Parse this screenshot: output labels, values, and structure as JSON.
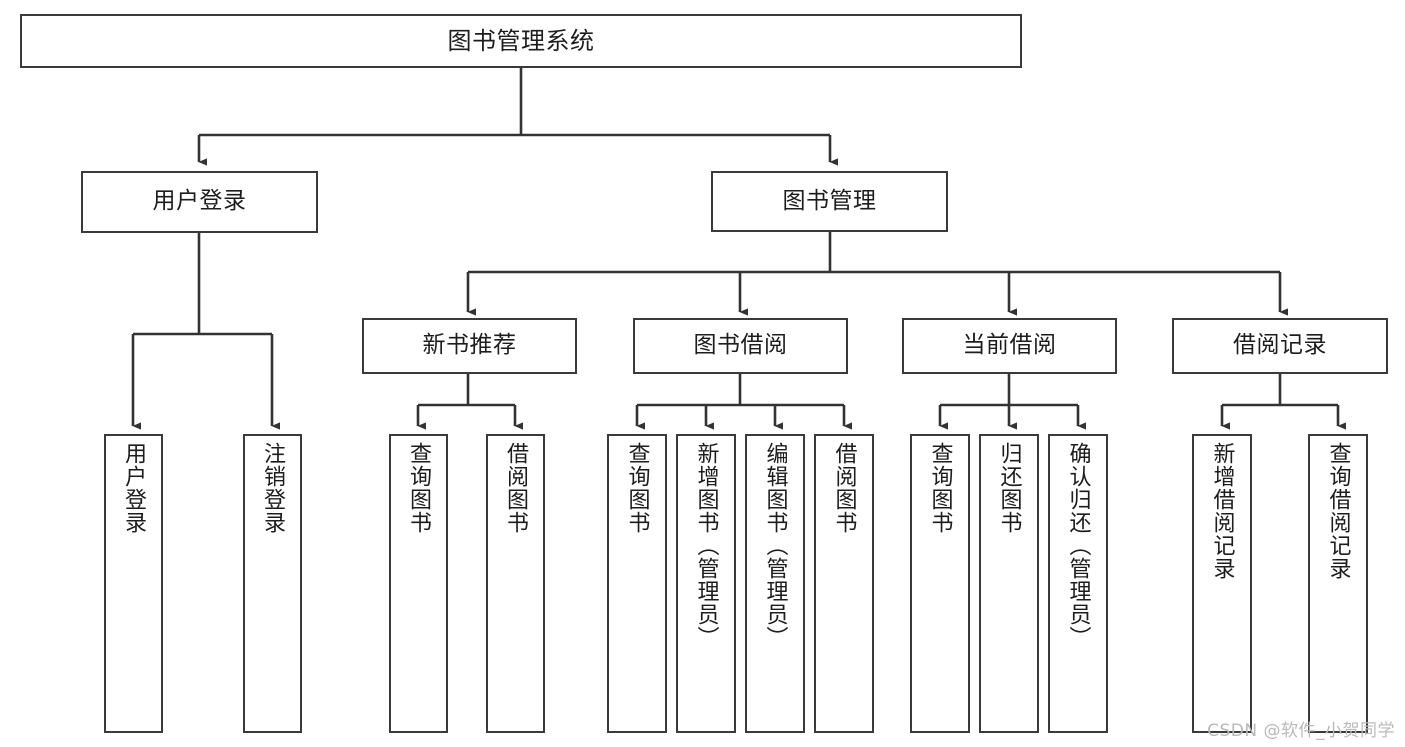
{
  "diagram": {
    "title": "图书管理系统",
    "type": "tree",
    "watermark": "CSDN @软件_小贺同学",
    "colors": {
      "node_border": "#3a3a3a",
      "node_fill": "#ffffff",
      "edge": "#333333",
      "text": "#1d1d1d",
      "watermark": "#b9b9b9",
      "background": "#ffffff"
    },
    "nodes": {
      "root": {
        "label": "图书管理系统",
        "orientation": "horizontal"
      },
      "user_login": {
        "label": "用户登录",
        "orientation": "horizontal"
      },
      "book_manage": {
        "label": "图书管理",
        "orientation": "horizontal"
      },
      "new_book_rec": {
        "label": "新书推荐",
        "orientation": "horizontal"
      },
      "book_borrow": {
        "label": "图书借阅",
        "orientation": "horizontal"
      },
      "current_borrow": {
        "label": "当前借阅",
        "orientation": "horizontal"
      },
      "borrow_record": {
        "label": "借阅记录",
        "orientation": "horizontal"
      },
      "leaf_user_login": {
        "label": "用户登录",
        "orientation": "vertical"
      },
      "leaf_logout": {
        "label": "注销登录",
        "orientation": "vertical"
      },
      "leaf_query_book_rec": {
        "label": "查询图书",
        "orientation": "vertical"
      },
      "leaf_borrow_book_rec": {
        "label": "借阅图书",
        "orientation": "vertical"
      },
      "leaf_query_book_borrow": {
        "label": "查询图书",
        "orientation": "vertical"
      },
      "leaf_add_book": {
        "label": "新增图书（管理员）",
        "orientation": "vertical"
      },
      "leaf_edit_book": {
        "label": "编辑图书（管理员）",
        "orientation": "vertical"
      },
      "leaf_borrow_book": {
        "label": "借阅图书",
        "orientation": "vertical"
      },
      "leaf_query_book_cur": {
        "label": "查询图书",
        "orientation": "vertical"
      },
      "leaf_return_book": {
        "label": "归还图书",
        "orientation": "vertical"
      },
      "leaf_confirm_return": {
        "label": "确认归还（管理员）",
        "orientation": "vertical"
      },
      "leaf_add_record": {
        "label": "新增借阅记录",
        "orientation": "vertical"
      },
      "leaf_query_record": {
        "label": "查询借阅记录",
        "orientation": "vertical"
      }
    },
    "edges": [
      {
        "from": "root",
        "to": "user_login"
      },
      {
        "from": "root",
        "to": "book_manage"
      },
      {
        "from": "user_login",
        "to": "leaf_user_login"
      },
      {
        "from": "user_login",
        "to": "leaf_logout"
      },
      {
        "from": "book_manage",
        "to": "new_book_rec"
      },
      {
        "from": "book_manage",
        "to": "book_borrow"
      },
      {
        "from": "book_manage",
        "to": "current_borrow"
      },
      {
        "from": "book_manage",
        "to": "borrow_record"
      },
      {
        "from": "new_book_rec",
        "to": "leaf_query_book_rec"
      },
      {
        "from": "new_book_rec",
        "to": "leaf_borrow_book_rec"
      },
      {
        "from": "book_borrow",
        "to": "leaf_query_book_borrow"
      },
      {
        "from": "book_borrow",
        "to": "leaf_add_book"
      },
      {
        "from": "book_borrow",
        "to": "leaf_edit_book"
      },
      {
        "from": "book_borrow",
        "to": "leaf_borrow_book"
      },
      {
        "from": "current_borrow",
        "to": "leaf_query_book_cur"
      },
      {
        "from": "current_borrow",
        "to": "leaf_return_book"
      },
      {
        "from": "current_borrow",
        "to": "leaf_confirm_return"
      },
      {
        "from": "borrow_record",
        "to": "leaf_add_record"
      },
      {
        "from": "borrow_record",
        "to": "leaf_query_record"
      }
    ]
  }
}
